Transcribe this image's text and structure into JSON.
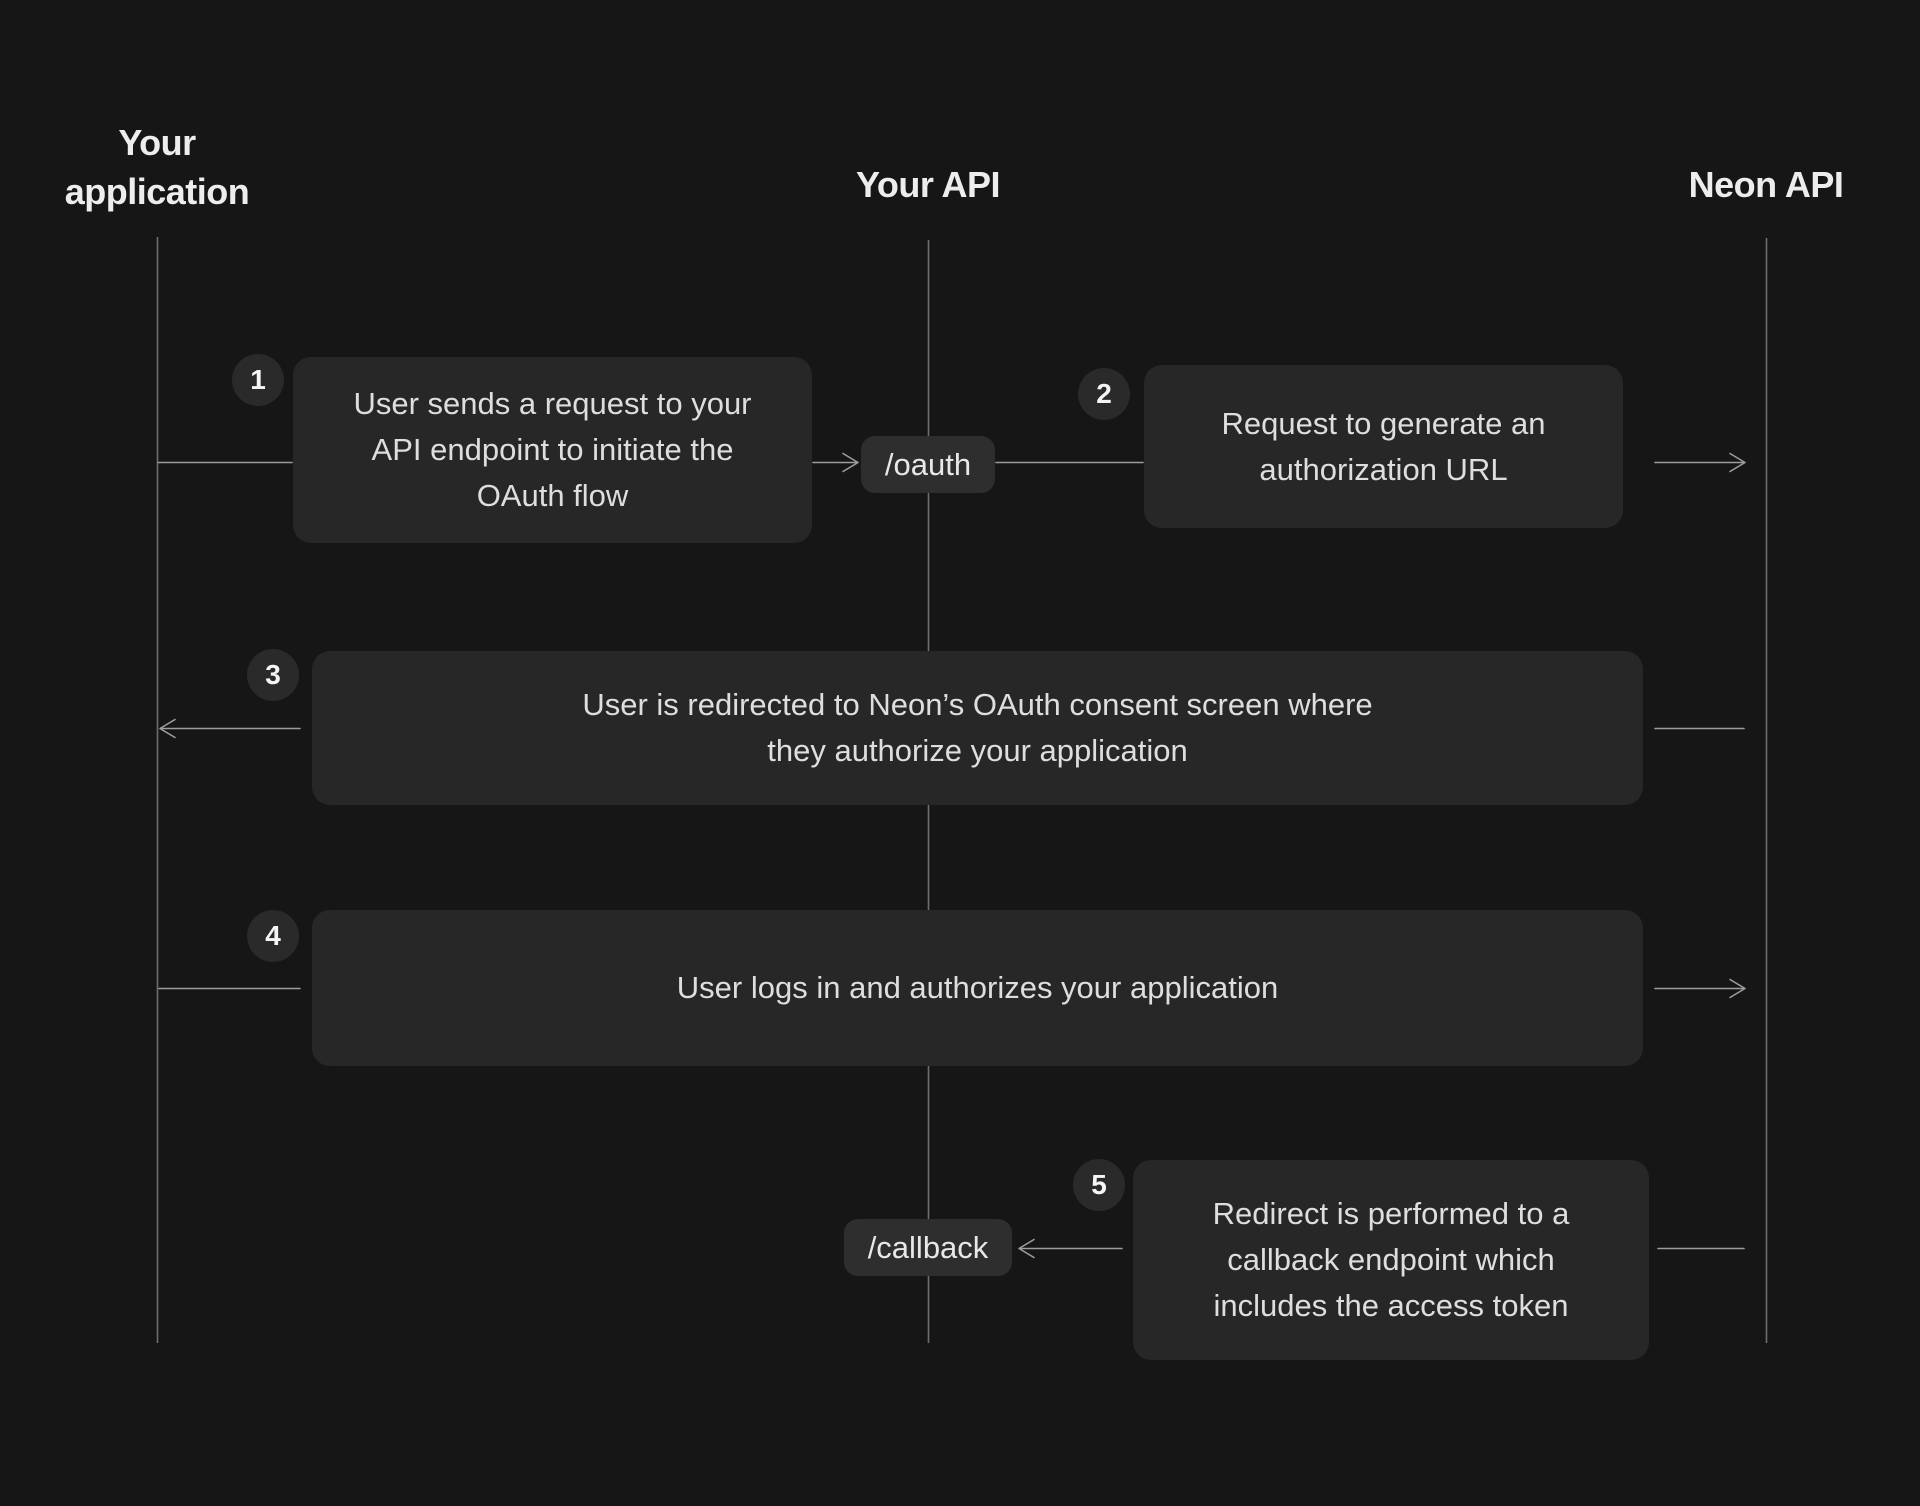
{
  "diagram": {
    "type": "sequence-diagram",
    "actors": [
      {
        "id": "your-application",
        "label": "Your application"
      },
      {
        "id": "your-api",
        "label": "Your API"
      },
      {
        "id": "neon-api",
        "label": "Neon API"
      }
    ],
    "endpoints": [
      {
        "id": "oauth",
        "label": "/oauth"
      },
      {
        "id": "callback",
        "label": "/callback"
      }
    ],
    "steps": [
      {
        "number": "1",
        "from": "Your application",
        "to": "Your API",
        "text": "User sends a request to your API endpoint to initiate the OAuth flow",
        "lines": [
          "User sends a request to your",
          "API endpoint to initiate the",
          "OAuth flow"
        ]
      },
      {
        "number": "2",
        "from": "Your API",
        "to": "Neon API",
        "text": "Request to generate an authorization URL",
        "lines": [
          "Request to generate an",
          "authorization URL"
        ]
      },
      {
        "number": "3",
        "from": "Neon API",
        "to": "Your application",
        "text": "User is redirected to Neon’s OAuth consent screen where they authorize your application",
        "lines": [
          "User is redirected to Neon’s OAuth consent screen where",
          "they authorize your application"
        ]
      },
      {
        "number": "4",
        "from": "Your application",
        "to": "Neon API",
        "text": "User logs in and authorizes your application",
        "lines": [
          "User logs in and authorizes your application"
        ]
      },
      {
        "number": "5",
        "from": "Neon API",
        "to": "Your API",
        "text": "Redirect is performed to a callback endpoint which includes the access token",
        "lines": [
          "Redirect is performed to a",
          "callback endpoint which",
          "includes the access token"
        ]
      }
    ],
    "colors": {
      "background": "#161616",
      "box_fill": "#272727",
      "chip_fill": "#2e2e2e",
      "badge_fill": "#2a2a2a",
      "lifeline": "#6e6e6e",
      "arrow": "#9d9d9d",
      "heading_text": "#ededed",
      "body_text": "#dedede"
    }
  }
}
